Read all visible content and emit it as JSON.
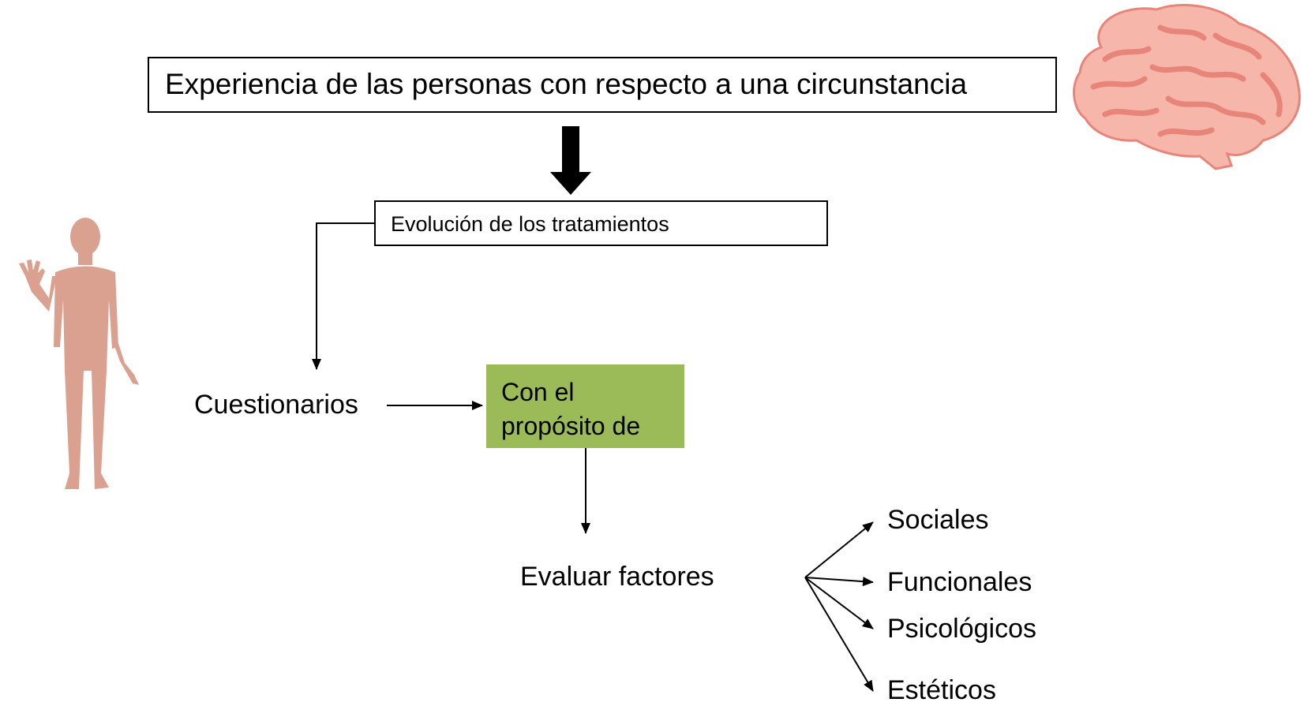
{
  "diagram": {
    "top_box": "Experiencia de las personas con respecto a una circunstancia",
    "evolution_box": "Evolución de los tratamientos",
    "questionnaires": "Cuestionarios",
    "purpose_box": "Con el propósito de",
    "evaluate": "Evaluar factores",
    "factors": [
      "Sociales",
      "Funcionales",
      "Psicológicos",
      "Estéticos"
    ]
  },
  "colors": {
    "purpose_fill": "#9bbb59",
    "human_silhouette": "#dba190",
    "brain_fill": "#f7b6aa",
    "brain_folds": "#e8857b"
  },
  "icons": [
    "human-figure-icon",
    "brain-icon"
  ]
}
